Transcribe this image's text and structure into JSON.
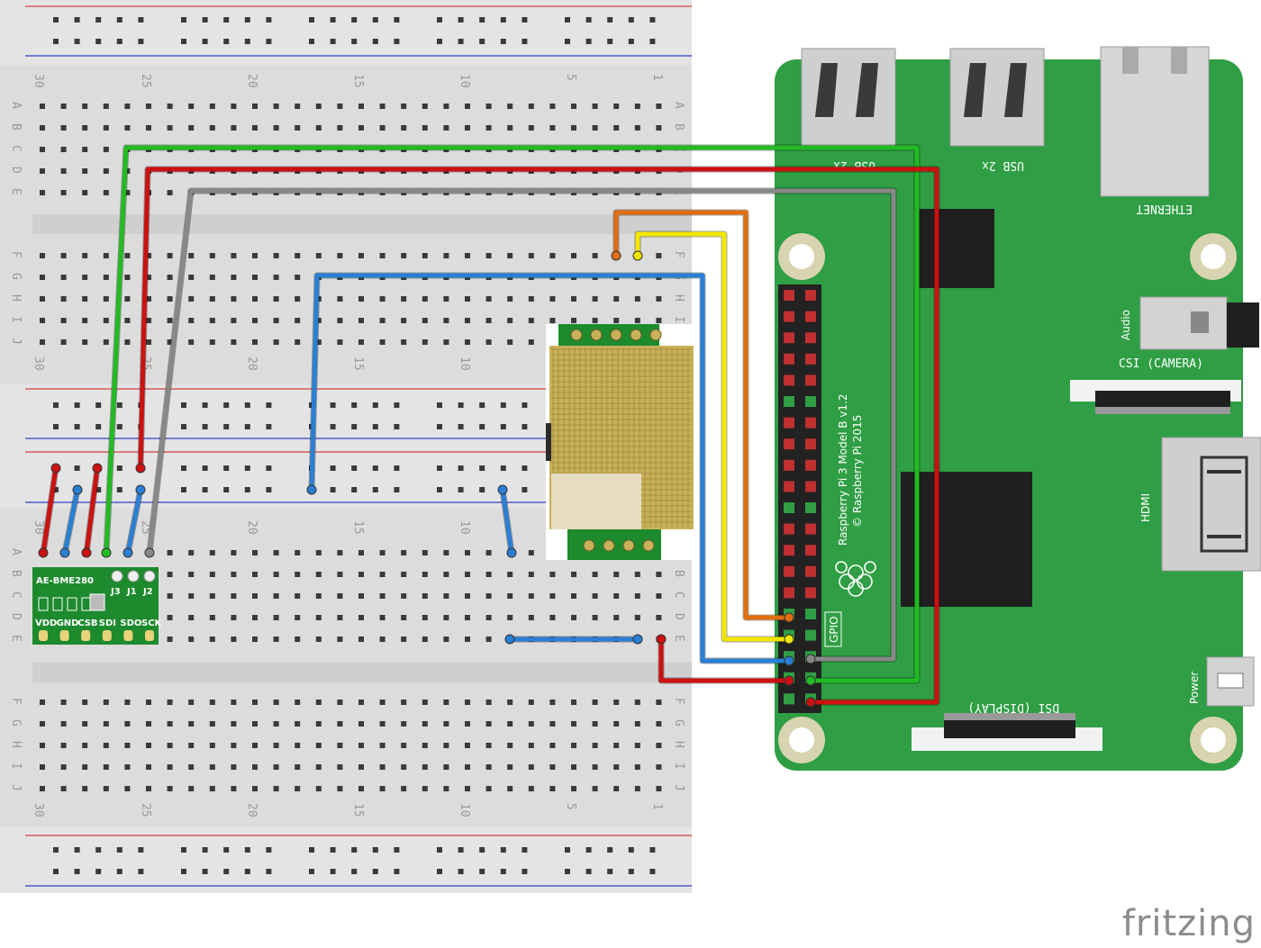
{
  "breadboard": {
    "column_numbers": [
      "30",
      "25",
      "20",
      "15",
      "10",
      "5",
      "1"
    ],
    "top_rows": [
      "A",
      "B",
      "C",
      "D",
      "E"
    ],
    "bottom_rows": [
      "F",
      "G",
      "H",
      "I",
      "J"
    ]
  },
  "raspberry_pi": {
    "model_text": "Raspberry Pi 3 Model B v1.2",
    "copyright_text": "© Raspberry Pi 2015",
    "gpio_label": "GPIO",
    "usb_label": "USB 2x",
    "ethernet_label": "ETHERNET",
    "audio_label": "Audio",
    "csi_label": "CSI (CAMERA)",
    "hdmi_label": "HDMI",
    "dsi_label": "DSI (DISPLAY)",
    "power_label": "Power"
  },
  "sensor_module": {
    "name": "AE-BME280",
    "jumpers": [
      "J3",
      "J1",
      "J2"
    ],
    "pins": [
      "VDD",
      "GND",
      "CSB",
      "SDI",
      "SDO",
      "SCK"
    ]
  },
  "wire_colors": {
    "red": "#cc1111",
    "green": "#22bb22",
    "gray": "#888888",
    "blue": "#2a7fd4",
    "orange": "#e06d10",
    "yellow": "#f2e600"
  },
  "colors": {
    "pi_board": "#2f9e44",
    "breadboard": "#dcdcdc",
    "sensor_board": "#1d8a2e",
    "co2_sensor_gold": "#c9b15a"
  },
  "brand": "fritzing"
}
